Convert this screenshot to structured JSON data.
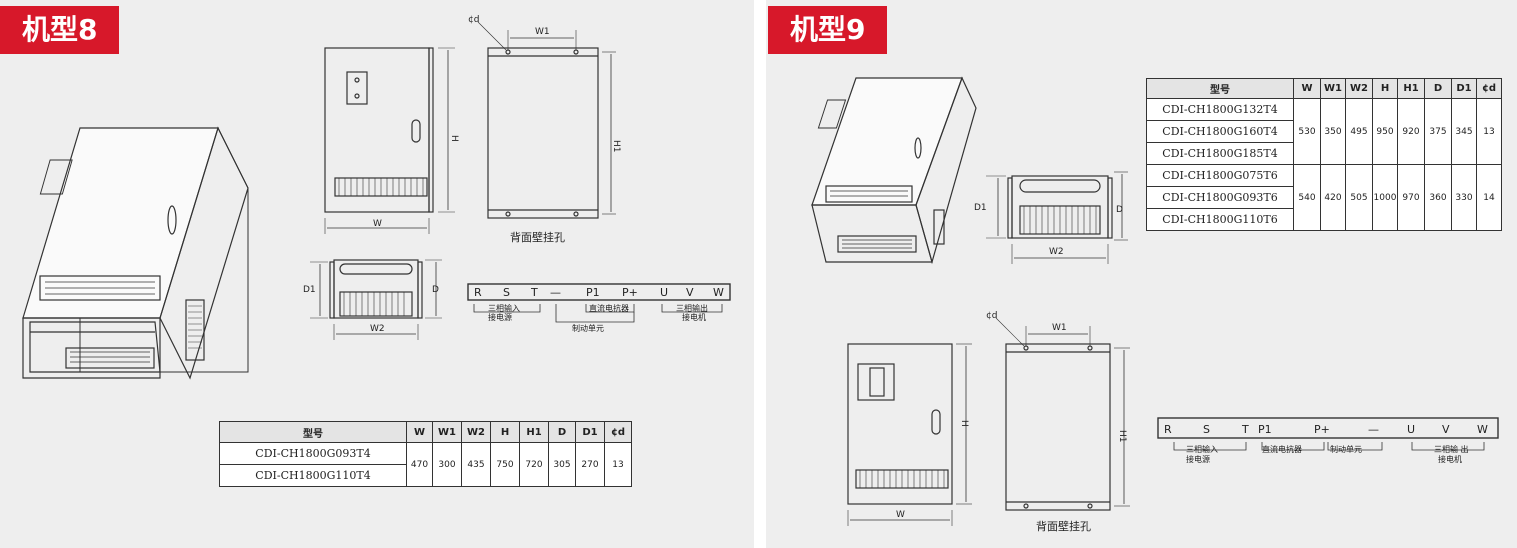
{
  "panel8": {
    "title": "机型8",
    "diagram": {
      "phi_d": "¢d",
      "w1": "W1",
      "h": "H",
      "h1": "H1",
      "w": "W",
      "caption": "背面壁挂孔",
      "d1": "D1",
      "d": "D",
      "w2": "W2"
    },
    "terminal": {
      "labels": [
        "R",
        "S",
        "T",
        "—",
        "P1",
        "P+",
        "U",
        "V",
        "W"
      ],
      "group_input_line1": "三相输入",
      "group_input_line2": "接电源",
      "group_reactor": "直流电抗器",
      "group_brake": "制动单元",
      "group_output_line1": "三相输出",
      "group_output_line2": "接电机"
    },
    "table": {
      "headers": [
        "型号",
        "W",
        "W1",
        "W2",
        "H",
        "H1",
        "D",
        "D1",
        "¢d"
      ],
      "models": [
        "CDI-CH1800G093T4",
        "CDI-CH1800G110T4"
      ],
      "values": [
        "470",
        "300",
        "435",
        "750",
        "720",
        "305",
        "270",
        "13"
      ]
    }
  },
  "panel9": {
    "title": "机型9",
    "diagram": {
      "d1": "D1",
      "d": "D",
      "w2": "W2",
      "phi_d": "¢d",
      "w1": "W1",
      "h": "H",
      "h1": "H1",
      "w": "W",
      "caption": "背面壁挂孔"
    },
    "terminal": {
      "labels": [
        "R",
        "S",
        "T",
        "P1",
        "P+",
        "—",
        "U",
        "V",
        "W"
      ],
      "group_input_line1": "三相输入",
      "group_input_line2": "接电源",
      "group_reactor": "直流电抗器",
      "group_brake": "制动单元",
      "group_output_line1": "三相输 出",
      "group_output_line2": "接电机"
    },
    "table": {
      "headers": [
        "型号",
        "W",
        "W1",
        "W2",
        "H",
        "H1",
        "D",
        "D1",
        "¢d"
      ],
      "groups": [
        {
          "models": [
            "CDI-CH1800G132T4",
            "CDI-CH1800G160T4",
            "CDI-CH1800G185T4"
          ],
          "values": [
            "530",
            "350",
            "495",
            "950",
            "920",
            "375",
            "345",
            "13"
          ]
        },
        {
          "models": [
            "CDI-CH1800G075T6",
            "CDI-CH1800G093T6",
            "CDI-CH1800G110T6"
          ],
          "values": [
            "540",
            "420",
            "505",
            "1000",
            "970",
            "360",
            "330",
            "14"
          ]
        }
      ]
    }
  }
}
